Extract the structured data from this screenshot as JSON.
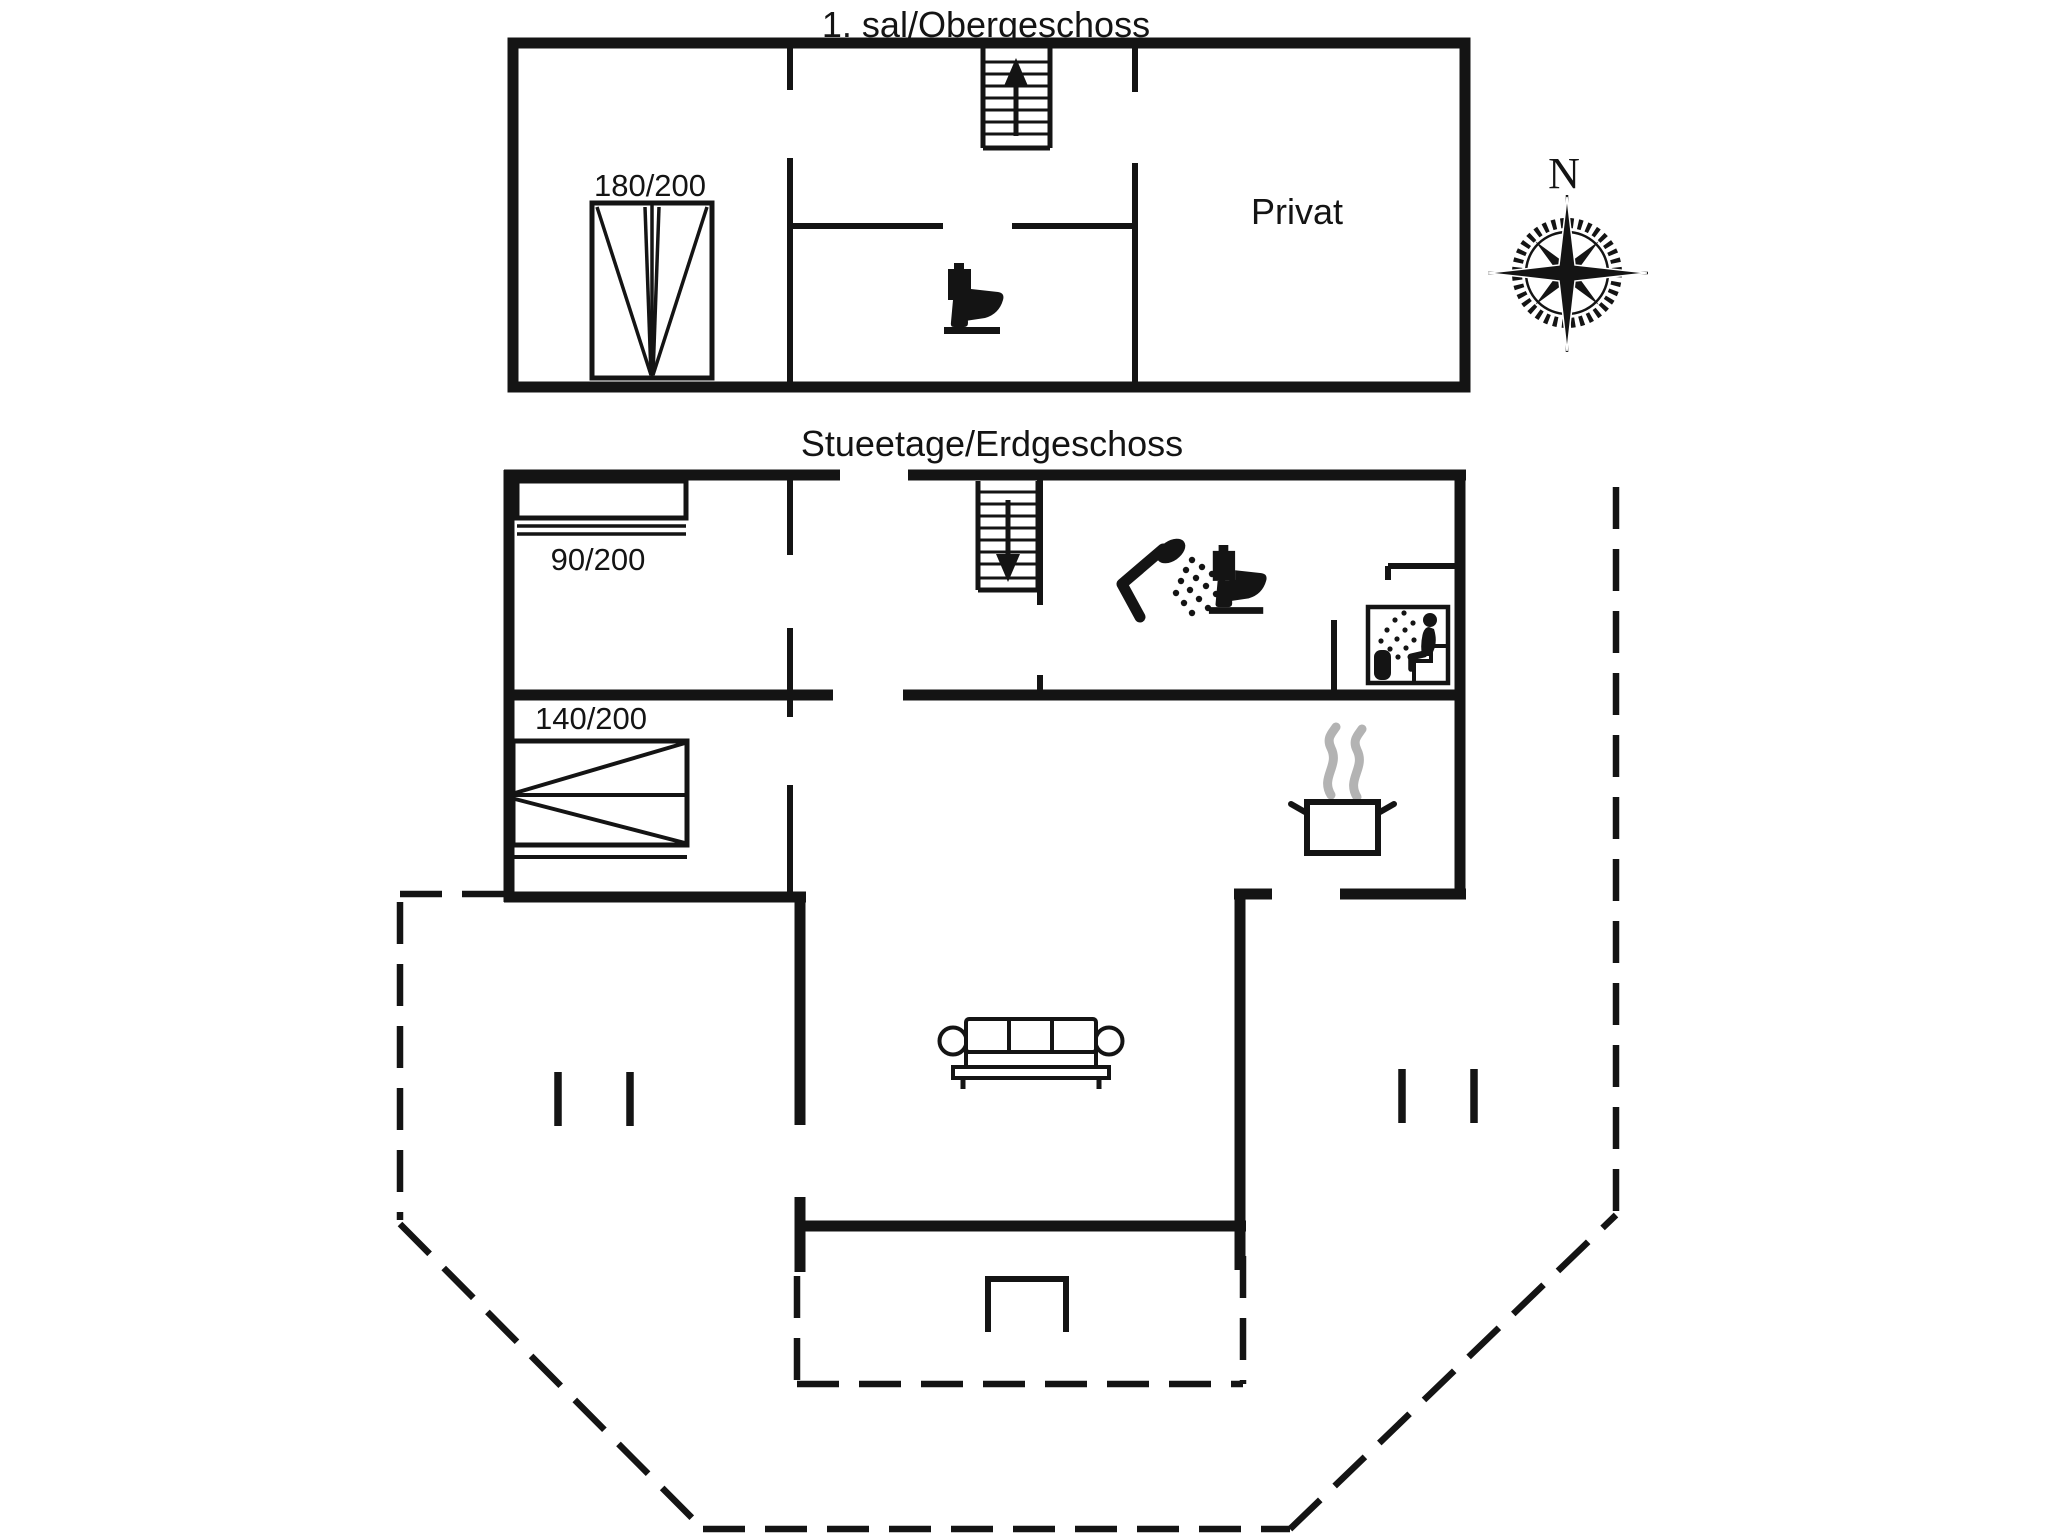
{
  "page": {
    "background": "#ffffff",
    "ink_color": "#141414",
    "steam_color": "#b3b3b3"
  },
  "upper_floor": {
    "title": "1. sal/Obergeschoss",
    "rooms": {
      "private_label": "Privat"
    },
    "beds": [
      {
        "label": "180/200",
        "type": "double-bed"
      }
    ],
    "features": [
      "staircase-up-arrow",
      "toilet",
      "double-bed"
    ]
  },
  "ground_floor": {
    "title": "Stueetage/Erdgeschoss",
    "beds": [
      {
        "label": "90/200",
        "type": "single-bed"
      },
      {
        "label": "140/200",
        "type": "double-bed"
      }
    ],
    "features": [
      "staircase-down-arrow",
      "shower",
      "toilet",
      "sauna",
      "cooking-pot",
      "sofa",
      "dining-table",
      "terrace-dashed-outline",
      "terrace-posts"
    ]
  },
  "compass": {
    "north_label": "N"
  }
}
